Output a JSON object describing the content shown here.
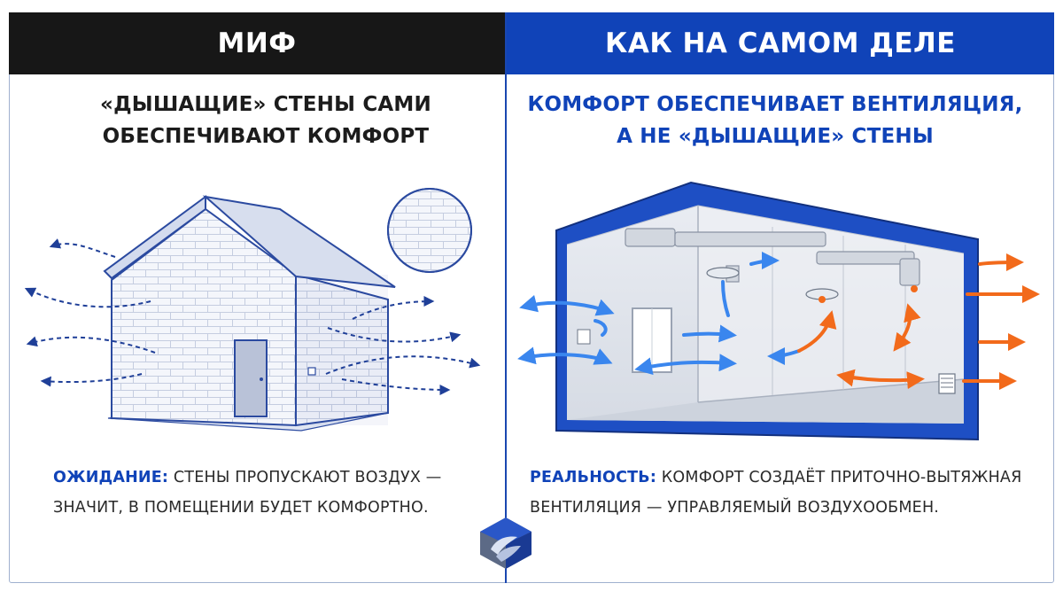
{
  "myth": {
    "header": "МИФ",
    "claim_lines": [
      "«ДЫШАЩИЕ» СТЕНЫ САМИ",
      "ОБЕСПЕЧИВАЮТ КОМФОРТ"
    ],
    "note_key": "ОЖИДАНИЕ:",
    "note_text": " СТЕНЫ ПРОПУСКАЮТ ВОЗДУХ — ЗНАЧИТ, В ПОМЕЩЕНИИ БУДЕТ КОМФОРТНО."
  },
  "reality": {
    "header": "КАК НА САМОМ ДЕЛЕ",
    "claim_lines": [
      "КОМФОРТ ОБЕСПЕЧИВАЕТ ВЕНТИЛЯЦИЯ,",
      "А НЕ «ДЫШАЩИЕ» СТЕНЫ"
    ],
    "note_key": "РЕАЛЬНОСТЬ:",
    "note_text": " КОМФОРТ СОЗДАЁТ ПРИТОЧНО-ВЫТЯЖНАЯ ВЕНТИЛЯЦИЯ — УПРАВЛЯЕМЫЙ ВОЗДУХООБМЕН."
  },
  "colors": {
    "myth_header_bg": "#171717",
    "reality_header_bg": "#1043b8",
    "accent_blue": "#1043b8",
    "supply_air_blue": "#3a86ee",
    "exhaust_air_orange": "#f26a1b"
  },
  "icons": {
    "house": "house-illustration",
    "brick": "brick-texture-icon",
    "room": "ventilated-room-illustration",
    "logo": "brand-logo"
  }
}
